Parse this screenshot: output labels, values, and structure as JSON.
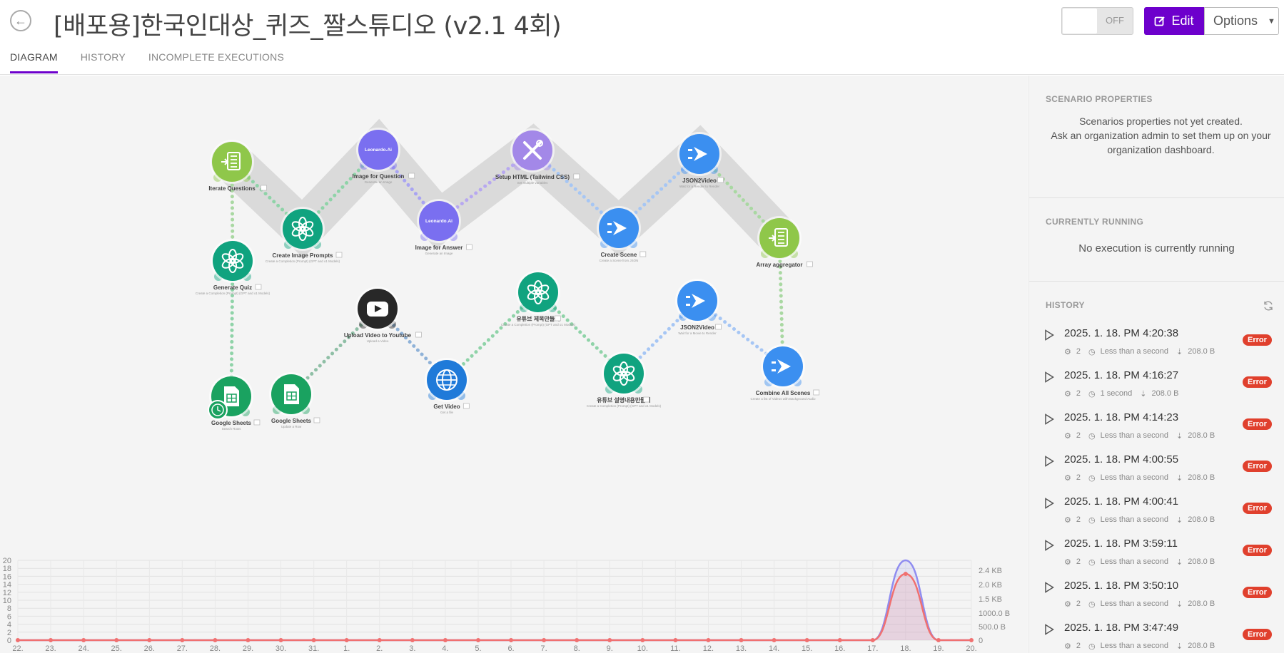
{
  "header": {
    "title": "[배포용]한국인대상_퀴즈_짤스튜디오 (v2.1 4회)",
    "toggle_label": "OFF",
    "edit_label": "Edit",
    "options_label": "Options"
  },
  "tabs": [
    {
      "label": "DIAGRAM",
      "active": true
    },
    {
      "label": "HISTORY",
      "active": false
    },
    {
      "label": "INCOMPLETE EXECUTIONS",
      "active": false
    }
  ],
  "diagram": {
    "nodes": [
      {
        "label": "Iterate Questions",
        "sub": "",
        "icon": "iterator-icon",
        "color": "#8fc74a"
      },
      {
        "label": "Create Image Prompts",
        "sub": "Create a Completion (Prompt) (GPT and o1 Models)",
        "icon": "openai-icon",
        "color": "#10a37f"
      },
      {
        "label": "Image for Question",
        "sub": "Generate an Image",
        "icon": "leonardo-ai-icon",
        "color": "#7a6ff0",
        "text": "Leonardo.Ai"
      },
      {
        "label": "Image for Answer",
        "sub": "Generate an Image",
        "icon": "leonardo-ai-icon",
        "color": "#7a6ff0",
        "text": "Leonardo.Ai"
      },
      {
        "label": "Setup HTML (Tailwind CSS)",
        "sub": "Set multiple variables",
        "icon": "tools-icon",
        "color": "#a388e8"
      },
      {
        "label": "Create Scene",
        "sub": "Create a Scene from JSON",
        "icon": "json2video-icon",
        "color": "#3b8ff0"
      },
      {
        "label": "JSON2Video",
        "sub": "Wait for a Render to Render",
        "icon": "json2video-icon",
        "color": "#3b8ff0"
      },
      {
        "label": "Array aggregator",
        "sub": "",
        "icon": "aggregator-icon",
        "color": "#8fc74a"
      },
      {
        "label": "Generate Quiz",
        "sub": "Create a Completion (Prompt) (GPT and o1 Models)",
        "icon": "openai-icon",
        "color": "#10a37f"
      },
      {
        "label": "Google Sheets",
        "sub": "Search Rows",
        "icon": "google-sheets-icon",
        "color": "#1aa260"
      },
      {
        "label": "Google Sheets",
        "sub": "Update a Row",
        "icon": "google-sheets-icon",
        "color": "#1aa260"
      },
      {
        "label": "Upload Video to Youtube",
        "sub": "Upload a Video",
        "icon": "youtube-icon",
        "color": "#282828"
      },
      {
        "label": "Get Video",
        "sub": "Get a file",
        "icon": "http-globe-icon",
        "color": "#1f7ad9"
      },
      {
        "label": "유튜브 제목만들기",
        "sub": "Create a Completion (Prompt) (GPT and o1 Models)",
        "icon": "openai-icon",
        "color": "#10a37f"
      },
      {
        "label": "유튜브 설명내용만들기",
        "sub": "Create a Completion (Prompt) (GPT and o1 Models)",
        "icon": "openai-icon",
        "color": "#10a37f"
      },
      {
        "label": "JSON2Video",
        "sub": "Wait for a Movie to Render",
        "icon": "json2video-icon",
        "color": "#3b8ff0"
      },
      {
        "label": "Combine All Scenes",
        "sub": "Create a list of Videos with Background Audio",
        "icon": "json2video-icon",
        "color": "#3b8ff0"
      }
    ]
  },
  "chart_data": {
    "type": "area",
    "x": [
      "22.",
      "23.",
      "24.",
      "25.",
      "26.",
      "27.",
      "28.",
      "29.",
      "30.",
      "31.",
      "1.",
      "2.",
      "3.",
      "4.",
      "5.",
      "6.",
      "7.",
      "8.",
      "9.",
      "10.",
      "11.",
      "12.",
      "13.",
      "14.",
      "15.",
      "16.",
      "17.",
      "18.",
      "19.",
      "20."
    ],
    "y_left_ticks": [
      "0",
      "2",
      "4",
      "6",
      "8",
      "10",
      "12",
      "14",
      "16",
      "18",
      "20"
    ],
    "y_right_ticks": [
      "0",
      "500.0 B",
      "1000.0 B",
      "1.5 KB",
      "2.0 KB",
      "2.4 KB"
    ],
    "ylim_left": [
      0,
      20
    ],
    "series": [
      {
        "color": "#8f8cf0",
        "values": [
          0,
          0,
          0,
          0,
          0,
          0,
          0,
          0,
          0,
          0,
          0,
          0,
          0,
          0,
          0,
          0,
          0,
          0,
          0,
          0,
          0,
          0,
          0,
          0,
          0,
          0,
          0,
          20,
          0,
          0
        ]
      },
      {
        "color": "#f07070",
        "values": [
          0,
          0,
          0,
          0,
          0,
          0,
          0,
          0,
          0,
          0,
          0,
          0,
          0,
          0,
          0,
          0,
          0,
          0,
          0,
          0,
          0,
          0,
          0,
          0,
          0,
          0,
          0,
          16.6,
          0,
          0
        ]
      }
    ],
    "grid": true
  },
  "panel": {
    "props_title": "SCENARIO PROPERTIES",
    "props_msg_1": "Scenarios properties not yet created.",
    "props_msg_2": "Ask an organization admin to set them up on your",
    "props_msg_3": "organization dashboard.",
    "running_title": "CURRENTLY RUNNING",
    "running_msg": "No execution is currently running",
    "history_title": "HISTORY",
    "history": [
      {
        "date": "2025. 1. 18. PM 4:20:38",
        "ops": "2",
        "duration": "Less than a second",
        "size": "208.0 B",
        "status": "Error"
      },
      {
        "date": "2025. 1. 18. PM 4:16:27",
        "ops": "2",
        "duration": "1 second",
        "size": "208.0 B",
        "status": "Error"
      },
      {
        "date": "2025. 1. 18. PM 4:14:23",
        "ops": "2",
        "duration": "Less than a second",
        "size": "208.0 B",
        "status": "Error"
      },
      {
        "date": "2025. 1. 18. PM 4:00:55",
        "ops": "2",
        "duration": "Less than a second",
        "size": "208.0 B",
        "status": "Error"
      },
      {
        "date": "2025. 1. 18. PM 4:00:41",
        "ops": "2",
        "duration": "Less than a second",
        "size": "208.0 B",
        "status": "Error"
      },
      {
        "date": "2025. 1. 18. PM 3:59:11",
        "ops": "2",
        "duration": "Less than a second",
        "size": "208.0 B",
        "status": "Error"
      },
      {
        "date": "2025. 1. 18. PM 3:50:10",
        "ops": "2",
        "duration": "Less than a second",
        "size": "208.0 B",
        "status": "Error"
      },
      {
        "date": "2025. 1. 18. PM 3:47:49",
        "ops": "2",
        "duration": "Less than a second",
        "size": "208.0 B",
        "status": "Error"
      }
    ]
  }
}
